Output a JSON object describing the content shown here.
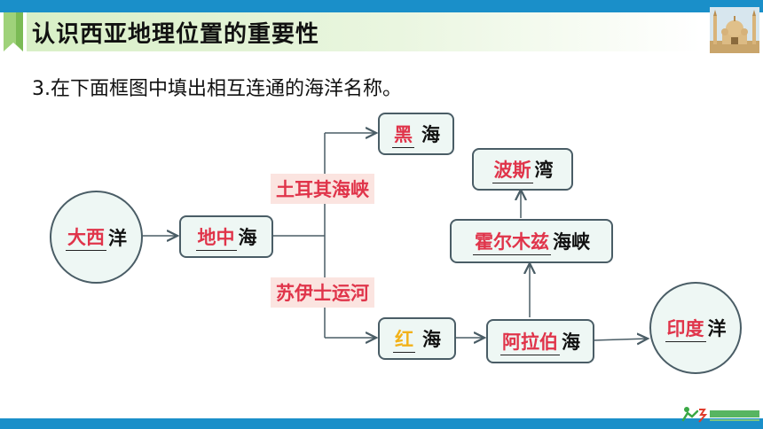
{
  "slide": {
    "title": "认识西亚地理位置的重要性",
    "question": "3.在下面框图中填出相互连通的海洋名称。"
  },
  "nodes": {
    "atlantic": {
      "answer": "大西",
      "suffix": "洋"
    },
    "mediterranean": {
      "answer": "地中",
      "suffix": "海"
    },
    "black": {
      "answer": "黑",
      "suffix": "海"
    },
    "red": {
      "answer": "红",
      "suffix": "海"
    },
    "arabian": {
      "answer": "阿拉伯",
      "suffix": "海"
    },
    "hormuz": {
      "answer": "霍尔木兹",
      "suffix": "海峡"
    },
    "persian": {
      "answer": "波斯",
      "suffix": "湾"
    },
    "indian": {
      "answer": "印度",
      "suffix": "洋"
    }
  },
  "straits": {
    "turkish": "土耳其海峡",
    "suez": "苏伊士运河"
  },
  "colors": {
    "answer_red": "#e0344a",
    "answer_yellow": "#f2b21a",
    "bar_blue": "#1a8fc9",
    "title_green": "#d8efc6",
    "node_fill": "#eef7f4",
    "strait_fill": "#fbe4e0"
  }
}
